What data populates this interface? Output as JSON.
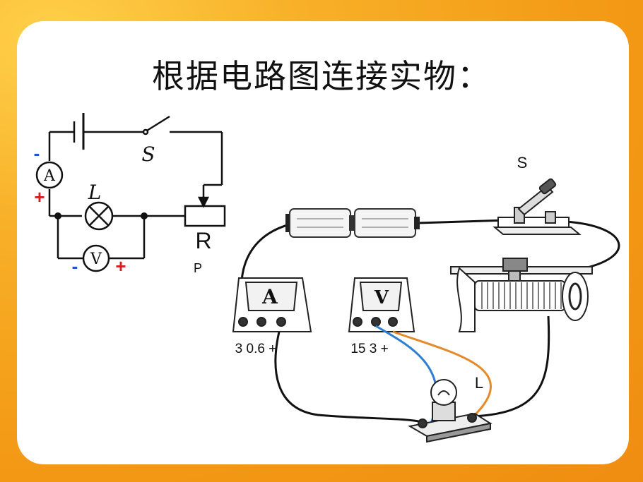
{
  "title": "根据电路图连接实物：",
  "schematic": {
    "switch_label": "S",
    "lamp_label": "L",
    "ammeter_symbol": "A",
    "voltmeter_symbol": "V",
    "ammeter_minus": "-",
    "ammeter_plus": "+",
    "voltmeter_minus": "-",
    "voltmeter_plus": "+",
    "rheostat_label": "R",
    "rheostat_slider_label": "P"
  },
  "physical": {
    "switch_label": "S",
    "lamp_label": "L",
    "ammeter_face": "A",
    "voltmeter_face": "V",
    "ammeter_terminals": "3 0.6 +",
    "voltmeter_terminals": "15 3 +"
  },
  "colors": {
    "background": "#f5a01e",
    "panel": "#ffffff",
    "wire": "#111111",
    "blue_wire": "#2f7fd0",
    "orange_wire": "#e58a2a",
    "polarity_minus": "#1f55c8",
    "polarity_plus": "#d42020"
  }
}
